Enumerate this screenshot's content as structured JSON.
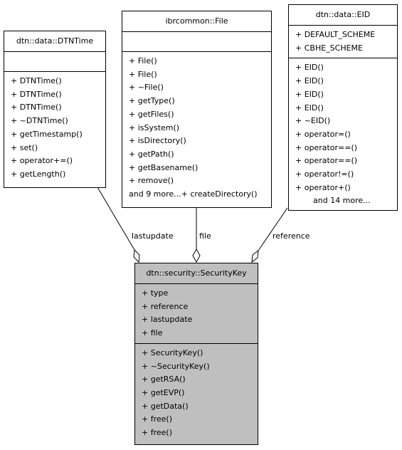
{
  "classes": {
    "dtntime": {
      "title": "dtn::data::DTNTime",
      "attributes": [],
      "methods": [
        "+ DTNTime()",
        "+ DTNTime()",
        "+ DTNTime()",
        "+ ~DTNTime()",
        "+ getTimestamp()",
        "+ set()",
        "+ operator+=()",
        "+ getLength()"
      ]
    },
    "file": {
      "title": "ibrcommon::File",
      "attributes": [],
      "methods": [
        "+ File()",
        "+ File()",
        "+ ~File()",
        "+ getType()",
        "+ getFiles()",
        "+ isSystem()",
        "+ isDirectory()",
        "+ getPath()",
        "+ getBasename()",
        "+ remove()",
        "and 9 more...+ createDirectory()"
      ]
    },
    "eid": {
      "title": "dtn::data::EID",
      "attributes": [
        "+ DEFAULT_SCHEME",
        "+ CBHE_SCHEME"
      ],
      "methods": [
        "+ EID()",
        "+ EID()",
        "+ EID()",
        "+ EID()",
        "+ ~EID()",
        "+ operator=()",
        "+ operator==()",
        "+ operator==()",
        "+ operator!=()",
        "+ operator+()"
      ],
      "more": "and 14 more..."
    },
    "securitykey": {
      "title": "dtn::security::SecurityKey",
      "attributes": [
        "+ type",
        "+ reference",
        "+ lastupdate",
        "+ file"
      ],
      "methods": [
        "+ SecurityKey()",
        "+ ~SecurityKey()",
        "+ getRSA()",
        "+ getEVP()",
        "+ getData()",
        "+ free()",
        "+ free()"
      ]
    }
  },
  "edges": {
    "lastupdate": "lastupdate",
    "file": "file",
    "reference": "reference"
  },
  "colors": {
    "highlight_fill": "#bfbfbf",
    "line": "#000000"
  }
}
